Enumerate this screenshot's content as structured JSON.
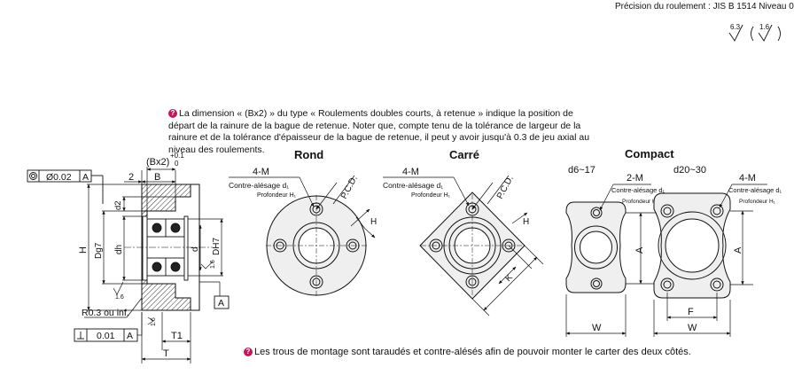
{
  "header": {
    "precision_text": "Précision du roulement : JIS   B   1514   Niveau   0",
    "roughness_main": "6.3",
    "roughness_paren": "1.6"
  },
  "note_top": "La dimension « (Bx2) » du type « Roulements doubles courts, à retenue » indique la position de départ de la rainure de la bague de retenue. Noter que, compte tenu de la tolérance de largeur de la rainure et de la tolérance d'épaisseur de la bague de retenue, il peut y avoir jusqu'à 0.3 de jeu axial au niveau des roulements.",
  "note_bottom": "Les trous de montage sont taraudés et contre-alésés afin de pouvoir monter le carter des deux côtés.",
  "section": {
    "tol_concentric": "Ø0.02",
    "tol_concentric_ref": "A",
    "tol_perp": "0.01",
    "tol_perp_ref": "A",
    "datum": "A",
    "bx2": "(Bx2)",
    "bx2_upper": "+0.1",
    "bx2_lower": "0",
    "dim_2": "2",
    "dim_B": "B",
    "dim_d2": "d2",
    "dim_H": "H",
    "dim_D": "Dg7",
    "dim_dh": "dh",
    "dim_d": "d",
    "dim_DH7": "DH7",
    "rough_16a": "1.6",
    "rough_16b": "1.6",
    "rough_16c": "1.6",
    "r_note": "R0.3 ou inf.",
    "dim_T1": "T1",
    "dim_T": "T"
  },
  "views": {
    "rond_title": "Rond",
    "carre_title": "Carré",
    "compact_title": "Compact",
    "d617": "d6~17",
    "d2030": "d20~30",
    "label_4M": "4-M",
    "label_2M": "2-M",
    "counterbore": "Contre-alésage d₁",
    "depth": "Profondeur H₁",
    "pcd": "P.C.D.",
    "dim_H": "H",
    "dim_K": "K",
    "dim_A": "A",
    "dim_W": "W",
    "dim_F": "F"
  }
}
